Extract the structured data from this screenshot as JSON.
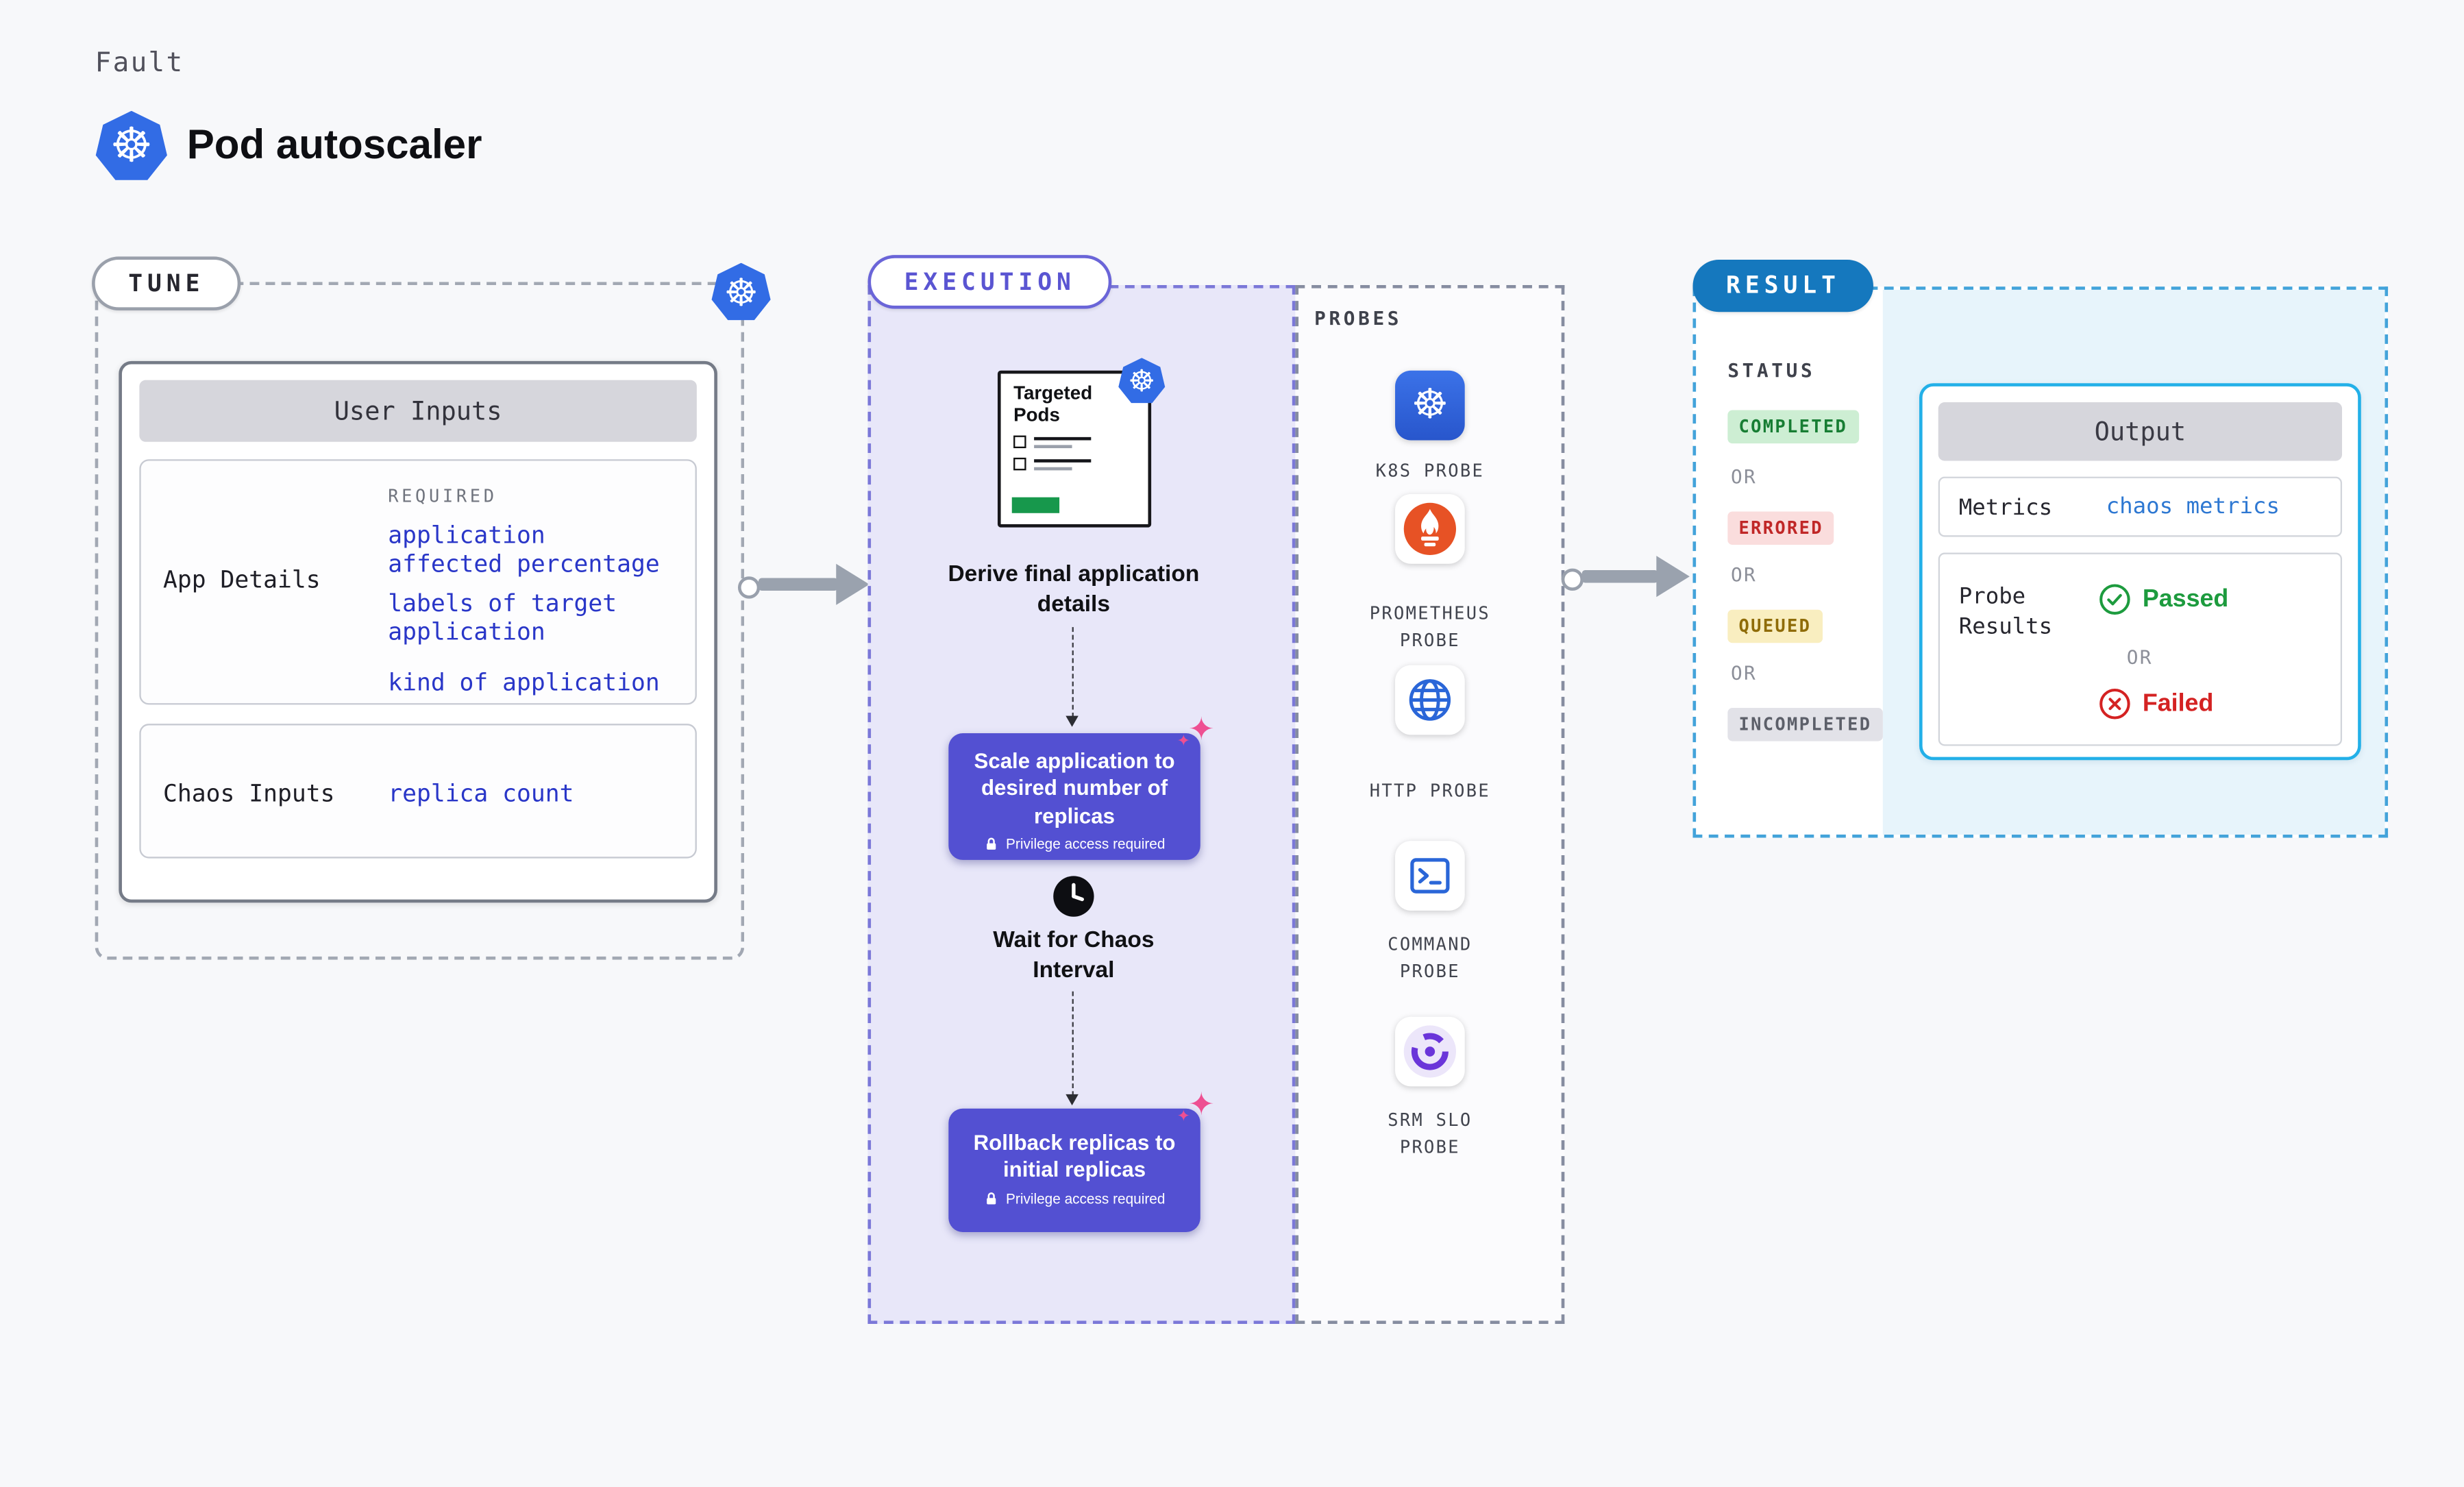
{
  "header": {
    "kicker": "Fault",
    "title": "Pod autoscaler"
  },
  "tune": {
    "label": "TUNE",
    "card_header": "User Inputs",
    "app_details_label": "App Details",
    "required_label": "REQUIRED",
    "links": [
      "application",
      "affected percentage",
      "labels of target application",
      "kind of application"
    ],
    "chaos_inputs_label": "Chaos Inputs",
    "chaos_link": "replica count"
  },
  "execution": {
    "label": "EXECUTION",
    "targeted_pods_label": "Targeted Pods",
    "derive_text": "Derive final application details",
    "scale_text": "Scale application to desired number of replicas",
    "wait_text": "Wait for Chaos Interval",
    "rollback_text": "Rollback replicas to initial replicas",
    "privilege_text": "Privilege access required"
  },
  "probes": {
    "label": "PROBES",
    "items": [
      {
        "name": "K8S PROBE",
        "icon": "kubernetes-icon"
      },
      {
        "name": "PROMETHEUS PROBE",
        "icon": "prometheus-icon"
      },
      {
        "name": "HTTP PROBE",
        "icon": "globe-icon"
      },
      {
        "name": "COMMAND PROBE",
        "icon": "terminal-icon"
      },
      {
        "name": "SRM SLO PROBE",
        "icon": "srm-slo-icon"
      }
    ]
  },
  "result": {
    "label": "RESULT",
    "status_label": "STATUS",
    "or_label": "OR",
    "statuses": [
      {
        "text": "COMPLETED",
        "bg": "#cdeed3",
        "fg": "#177d33"
      },
      {
        "text": "ERRORED",
        "bg": "#fadddd",
        "fg": "#c02727"
      },
      {
        "text": "QUEUED",
        "bg": "#f9eec0",
        "fg": "#8f6c08"
      },
      {
        "text": "INCOMPLETED",
        "bg": "#e2e2e8",
        "fg": "#5c5f69"
      }
    ],
    "output": {
      "header": "Output",
      "metrics_label": "Metrics",
      "metrics_link": "chaos metrics",
      "probe_results_label": "Probe Results",
      "passed_text": "Passed",
      "failed_text": "Failed"
    }
  },
  "theme": {
    "page_bg": "#f7f8fa",
    "k8s_blue": "#326ce5",
    "link_indigo": "#2936c8",
    "action_purple": "#5350d2",
    "execution_bg": "#e8e7f9",
    "result_pill_blue": "#1578be",
    "output_border_cyan": "#23b0e8",
    "result_fill": "#e7f4fb",
    "success_green": "#1d9b3e",
    "error_red": "#d42222",
    "prometheus_orange": "#e75225",
    "arrow_gray": "#9aa2ae",
    "sparkle_pink": "#ee4f92"
  }
}
